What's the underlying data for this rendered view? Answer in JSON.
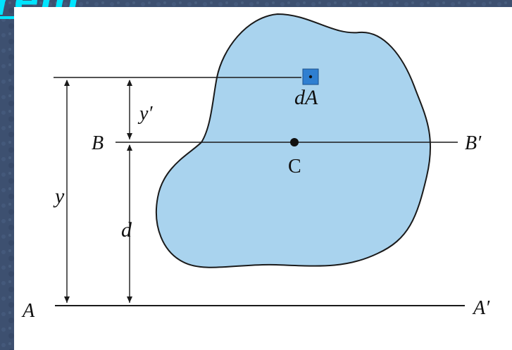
{
  "heading": {
    "visible_fragment": "rem"
  },
  "diagram": {
    "labels": {
      "axis_a_left": "A",
      "axis_a_right": "A′",
      "axis_b_left": "B",
      "axis_b_right": "B′",
      "centroid": "C",
      "area_element": "dA",
      "dim_y_prime": "y′",
      "dim_y": "y",
      "dim_d": "d"
    },
    "colors": {
      "background": "#3d5070",
      "panel": "#ffffff",
      "region_fill": "#a9d3ee",
      "area_element_fill": "#2f7fd1",
      "line": "#1a1a1a",
      "heading": "#00e5ff"
    }
  }
}
